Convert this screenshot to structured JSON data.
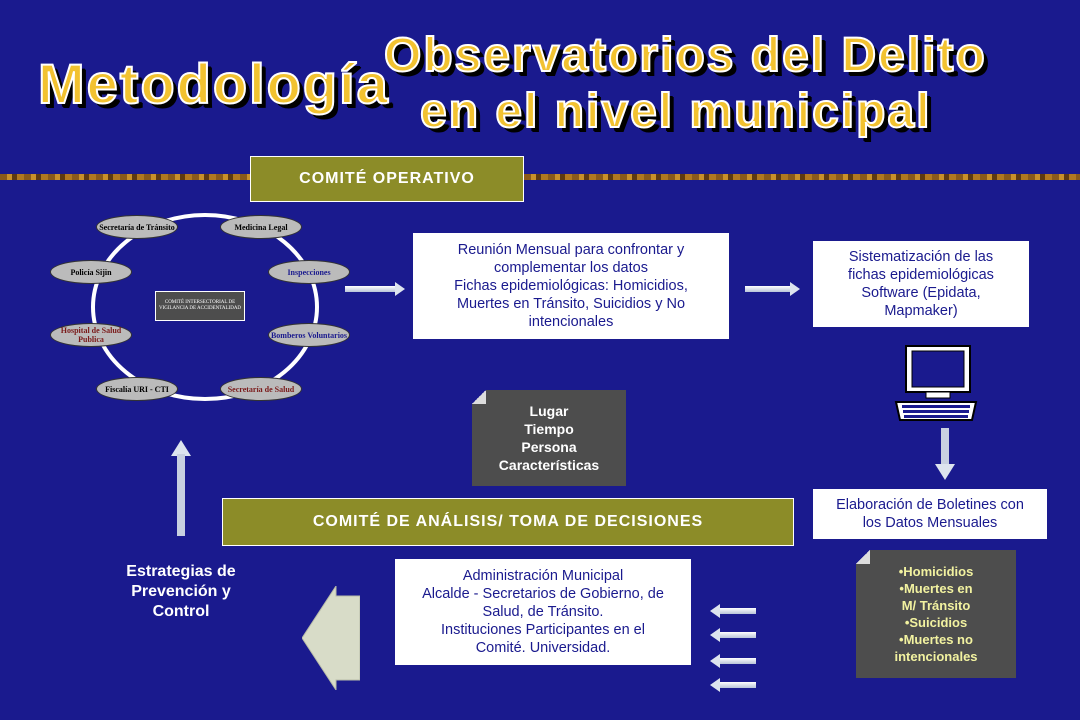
{
  "title": {
    "main": "Metodología",
    "sub_line1": "Observatorios del Delito",
    "sub_line2": "en el nivel municipal"
  },
  "comite_operativo": "COMITÉ OPERATIVO",
  "comite_analisis": "COMITÉ DE ANÁLISIS/ TOMA DE DECISIONES",
  "cycle": {
    "center": "COMITÉ INTERSECTORIAL DE VIGILANCIA DE ACCIDENTALIDAD",
    "nodes": [
      "Secretaría de Tránsito",
      "Medicina Legal",
      "Inspecciones",
      "Bomberos Voluntarios",
      "Secretaría de Salud",
      "Fiscalía URI - CTI",
      "Hospital de Salud Publica",
      "Policía Sijin"
    ]
  },
  "reunion": {
    "lines": [
      "Reunión Mensual para confrontar y",
      "complementar los datos",
      "Fichas epidemiológicas:  Homicidios,",
      "Muertes en Tránsito, Suicidios y No",
      "intencionales"
    ]
  },
  "sistematizacion": {
    "lines": [
      "Sistematización de las",
      "fichas epidemiológicas",
      "Software (Epidata,",
      "Mapmaker)"
    ]
  },
  "variables": [
    "Lugar",
    "Tiempo",
    "Persona",
    "Características"
  ],
  "boletines": {
    "lines": [
      "Elaboración de Boletines con",
      "los Datos Mensuales"
    ]
  },
  "administracion": {
    "lines": [
      "Administración Municipal",
      "Alcalde - Secretarios de Gobierno, de",
      "Salud, de Tránsito.",
      "Instituciones Participantes en el",
      "Comité. Universidad."
    ]
  },
  "categorias": [
    "•Homicidios",
    "•Muertes en",
    "M/ Tránsito",
    "•Suicidios",
    "•Muertes no",
    "intencionales"
  ],
  "estrategias": {
    "lines": [
      "Estrategias de",
      "Prevención y",
      "Control"
    ]
  },
  "colors": {
    "background": "#1a1a8e",
    "title_fill": "#f2c230",
    "olive": "#8c8c28",
    "dark_note": "#4d4d4d"
  }
}
